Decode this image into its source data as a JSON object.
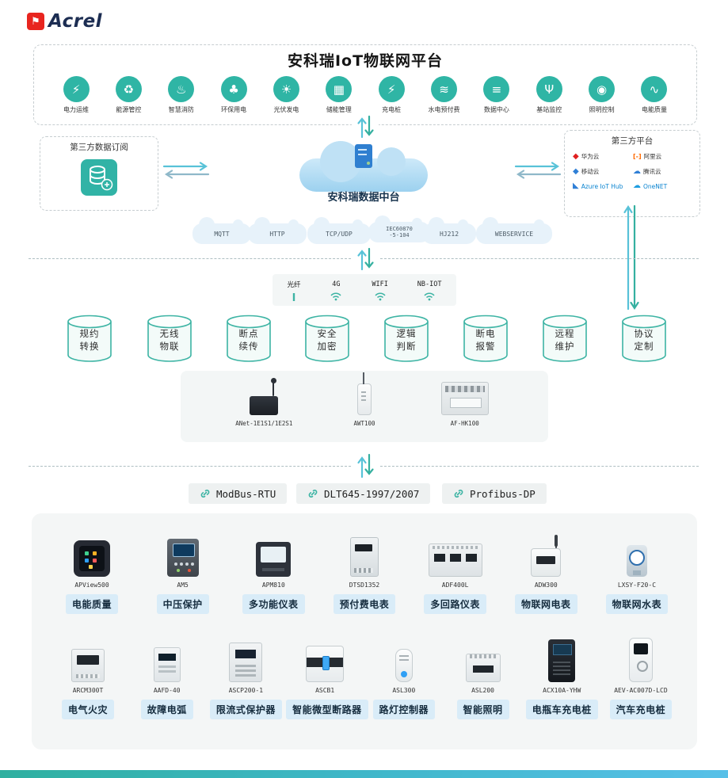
{
  "brand": {
    "name": "Acrel"
  },
  "header": {
    "title": "安科瑞IoT物联网平台"
  },
  "apps": [
    {
      "glyph": "⚡",
      "label": "电力运维"
    },
    {
      "glyph": "♻",
      "label": "能源管控"
    },
    {
      "glyph": "♨",
      "label": "智慧消防"
    },
    {
      "glyph": "♣",
      "label": "环保用电"
    },
    {
      "glyph": "☀",
      "label": "光伏发电"
    },
    {
      "glyph": "▦",
      "label": "储能管理"
    },
    {
      "glyph": "⚡",
      "label": "充电桩"
    },
    {
      "glyph": "≋",
      "label": "水电预付费"
    },
    {
      "glyph": "≡",
      "label": "数据中心"
    },
    {
      "glyph": "Ψ",
      "label": "基站监控"
    },
    {
      "glyph": "◉",
      "label": "照明控制"
    },
    {
      "glyph": "∿",
      "label": "电能质量"
    }
  ],
  "subscription": {
    "title": "第三方数据订阅"
  },
  "cloud": {
    "label": "安科瑞数据中台"
  },
  "third_party": {
    "title": "第三方平台",
    "providers": [
      {
        "glyph": "◆",
        "name": "华为云"
      },
      {
        "glyph": "[-]",
        "name": "阿里云"
      },
      {
        "glyph": "◆",
        "name": "移动云"
      },
      {
        "glyph": "☁",
        "name": "腾讯云"
      },
      {
        "glyph": "◣",
        "name": "Azure IoT Hub"
      },
      {
        "glyph": "☁",
        "name": "OneNET"
      }
    ]
  },
  "protocol_clouds": [
    {
      "label": "MQTT"
    },
    {
      "label": "HTTP"
    },
    {
      "label": "TCP/UDP"
    },
    {
      "label": "IEC60870\n-5-104"
    },
    {
      "label": "HJ212"
    },
    {
      "label": "WEBSERVICE"
    }
  ],
  "links": [
    {
      "label": "光纤"
    },
    {
      "label": "4G"
    },
    {
      "label": "WIFI"
    },
    {
      "label": "NB-IOT"
    }
  ],
  "capabilities": [
    {
      "label": "规约\n转换"
    },
    {
      "label": "无线\n物联"
    },
    {
      "label": "断点\n续传"
    },
    {
      "label": "安全\n加密"
    },
    {
      "label": "逻辑\n判断"
    },
    {
      "label": "断电\n报警"
    },
    {
      "label": "远程\n维护"
    },
    {
      "label": "协议\n定制"
    }
  ],
  "gateways": [
    {
      "model": "ANet-1E1S1/1E2S1"
    },
    {
      "model": "AWT100"
    },
    {
      "model": "AF-HK100"
    }
  ],
  "bus_protocols": [
    {
      "label": "ModBus-RTU"
    },
    {
      "label": "DLT645-1997/2007"
    },
    {
      "label": "Profibus-DP"
    }
  ],
  "products": {
    "row1": [
      {
        "model": "APView500",
        "category": "电能质量"
      },
      {
        "model": "AM5",
        "category": "中压保护"
      },
      {
        "model": "APM810",
        "category": "多功能仪表"
      },
      {
        "model": "DTSD1352",
        "category": "预付费电表"
      },
      {
        "model": "ADF400L",
        "category": "多回路仪表"
      },
      {
        "model": "ADW300",
        "category": "物联网电表"
      },
      {
        "model": "LXSY-F20-C",
        "category": "物联网水表"
      }
    ],
    "row2": [
      {
        "model": "ARCM300T",
        "category": "电气火灾"
      },
      {
        "model": "AAFD-40",
        "category": "故障电弧"
      },
      {
        "model": "ASCP200-1",
        "category": "限流式保护器"
      },
      {
        "model": "ASCB1",
        "category": "智能微型断路器"
      },
      {
        "model": "ASL300",
        "category": "路灯控制器"
      },
      {
        "model": "ASL200",
        "category": "智能照明"
      },
      {
        "model": "ACX10A-YHW",
        "category": "电瓶车充电桩"
      },
      {
        "model": "AEV-AC007D-LCD",
        "category": "汽车充电桩"
      }
    ]
  },
  "colors": {
    "accent_teal": "#2fb5a5",
    "arrow_blue": "#58c2d8",
    "chip_blue_bg": "#d9ecf8",
    "cloud_blue": "#bfe1f5",
    "logo_red": "#e8251f"
  }
}
